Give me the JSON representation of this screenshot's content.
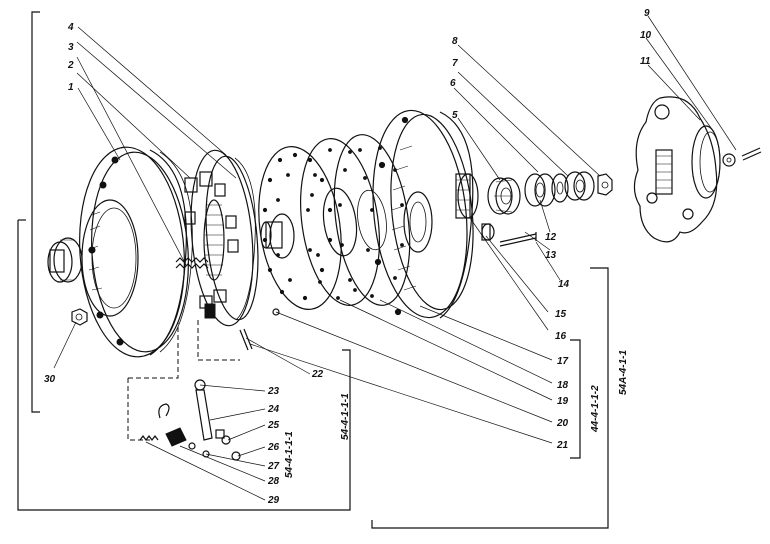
{
  "diagram": {
    "callouts": [
      {
        "id": "c1",
        "label": "1"
      },
      {
        "id": "c2",
        "label": "2"
      },
      {
        "id": "c3",
        "label": "3"
      },
      {
        "id": "c4",
        "label": "4"
      },
      {
        "id": "c5",
        "label": "5"
      },
      {
        "id": "c6",
        "label": "6"
      },
      {
        "id": "c7",
        "label": "7"
      },
      {
        "id": "c8",
        "label": "8"
      },
      {
        "id": "c9",
        "label": "9"
      },
      {
        "id": "c10",
        "label": "10"
      },
      {
        "id": "c11",
        "label": "11"
      },
      {
        "id": "c12",
        "label": "12"
      },
      {
        "id": "c13",
        "label": "13"
      },
      {
        "id": "c14",
        "label": "14"
      },
      {
        "id": "c15",
        "label": "15"
      },
      {
        "id": "c16",
        "label": "16"
      },
      {
        "id": "c17",
        "label": "17"
      },
      {
        "id": "c18",
        "label": "18"
      },
      {
        "id": "c19",
        "label": "19"
      },
      {
        "id": "c20",
        "label": "20"
      },
      {
        "id": "c21",
        "label": "21"
      },
      {
        "id": "c22",
        "label": "22"
      },
      {
        "id": "c23",
        "label": "23"
      },
      {
        "id": "c24",
        "label": "24"
      },
      {
        "id": "c25",
        "label": "25"
      },
      {
        "id": "c26",
        "label": "26"
      },
      {
        "id": "c27",
        "label": "27"
      },
      {
        "id": "c28",
        "label": "28"
      },
      {
        "id": "c29",
        "label": "29"
      },
      {
        "id": "c30",
        "label": "30"
      }
    ],
    "assembly_codes": [
      {
        "id": "a1",
        "label": "54-4-1-1-1"
      },
      {
        "id": "a2",
        "label": "54-4-1-1-1"
      },
      {
        "id": "a3",
        "label": "44-4-1-1-2"
      },
      {
        "id": "a4",
        "label": "54A-4-1-1"
      }
    ]
  }
}
